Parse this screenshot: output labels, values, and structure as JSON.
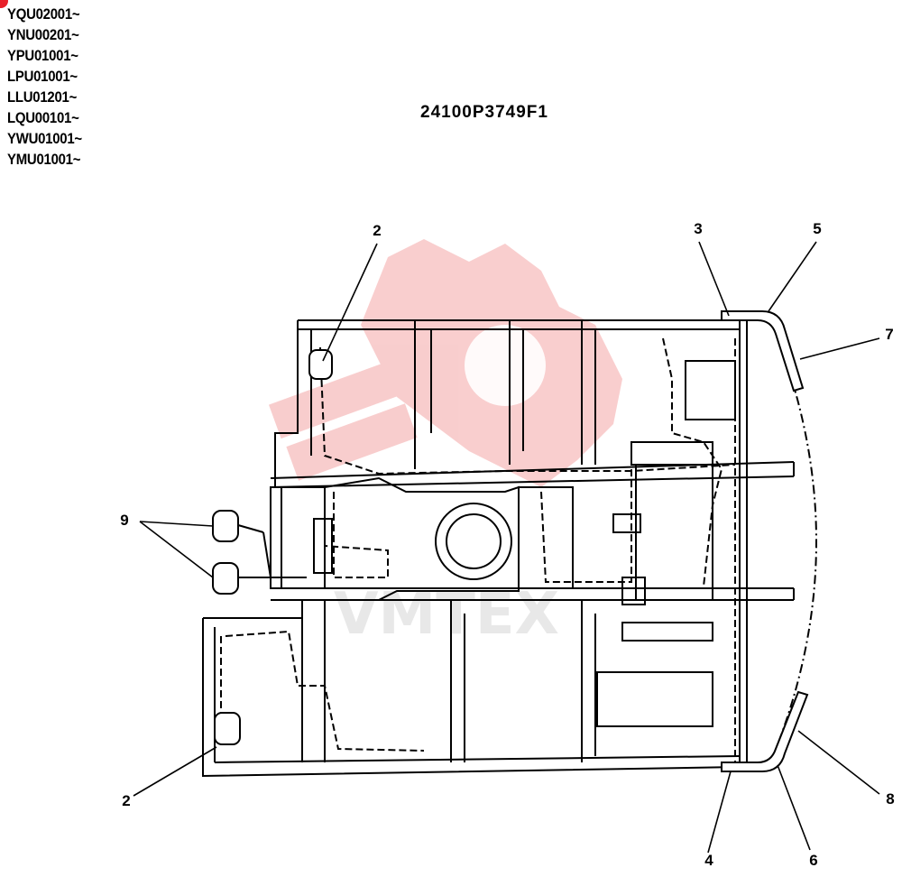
{
  "serial_numbers": [
    "YQU02001~",
    "YNU00201~",
    "YPU01001~",
    "LPU01001~",
    "LLU01201~",
    "LQU00101~",
    "YWU01001~",
    "YMU01001~"
  ],
  "drawing_number": "24100P3749F1",
  "callouts": [
    "2",
    "3",
    "5",
    "7",
    "9",
    "2",
    "8",
    "4",
    "6"
  ],
  "watermark_text": "VMTEX",
  "colors": {
    "line": "#000000",
    "watermark": "#f4a6a6",
    "corner_mark": "#e8202a"
  }
}
